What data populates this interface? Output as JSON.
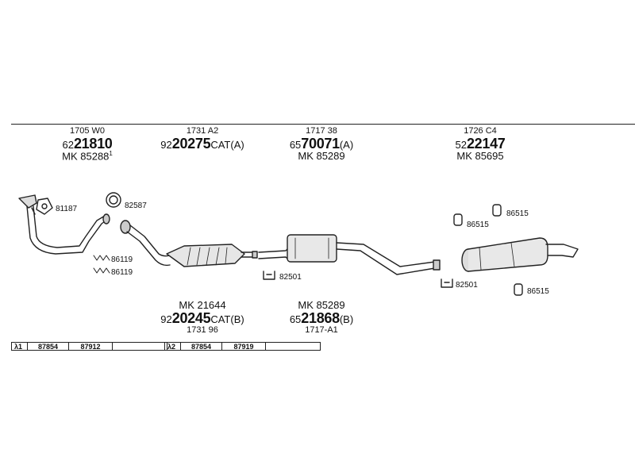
{
  "assemblies_top": [
    {
      "ref": "1705 W0",
      "prefix": "62",
      "bold": "21810",
      "suffix": "",
      "mk": "MK 85288",
      "mk_sup": "1"
    },
    {
      "ref": "1731 A2",
      "prefix": "92",
      "bold": "20275",
      "suffix": "CAT(A)",
      "mk": "",
      "mk_sup": ""
    },
    {
      "ref": "1717 38",
      "prefix": "65",
      "bold": "70071",
      "suffix": "(A)",
      "mk": "MK 85289",
      "mk_sup": ""
    },
    {
      "ref": "1726 C4",
      "prefix": "52",
      "bold": "22147",
      "suffix": "",
      "mk": "MK 85695",
      "mk_sup": ""
    }
  ],
  "assemblies_bottom": [
    {
      "mk": "MK 21644",
      "prefix": "92",
      "bold": "20245",
      "suffix": "CAT(B)",
      "ref": "1731 96"
    },
    {
      "mk": "MK 85289",
      "prefix": "65",
      "bold": "21868",
      "suffix": "(B)",
      "ref": "1717-A1"
    }
  ],
  "part_labels": {
    "p81187": "81187",
    "p82587": "82587",
    "p86119a": "86119",
    "p86119b": "86119",
    "p82501a": "82501",
    "p82501b": "82501",
    "p86515a": "86515",
    "p86515b": "86515",
    "p86515c": "86515"
  },
  "lambda_tables": [
    {
      "label": "λ1",
      "cells": [
        "87854",
        "87912",
        ""
      ]
    },
    {
      "label": "λ2",
      "cells": [
        "87854",
        "87919",
        ""
      ]
    }
  ]
}
